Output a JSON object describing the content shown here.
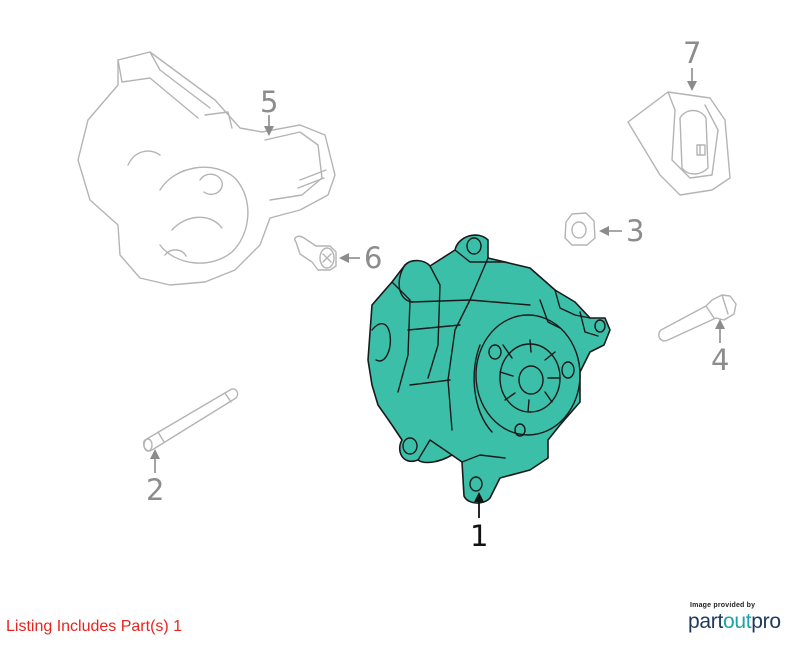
{
  "diagram": {
    "highlight_color": "#3bbfa8",
    "callouts": [
      {
        "id": "1",
        "label": "1",
        "highlighted": true
      },
      {
        "id": "2",
        "label": "2",
        "highlighted": false
      },
      {
        "id": "3",
        "label": "3",
        "highlighted": false
      },
      {
        "id": "4",
        "label": "4",
        "highlighted": false
      },
      {
        "id": "5",
        "label": "5",
        "highlighted": false
      },
      {
        "id": "6",
        "label": "6",
        "highlighted": false
      },
      {
        "id": "7",
        "label": "7",
        "highlighted": false
      }
    ]
  },
  "footer": {
    "listing_note": "Listing Includes Part(s) 1",
    "listing_note_color": "#e8231e",
    "brand_caption": "Image provided by",
    "brand_part": "part",
    "brand_out": "out",
    "brand_pro": "pro"
  }
}
